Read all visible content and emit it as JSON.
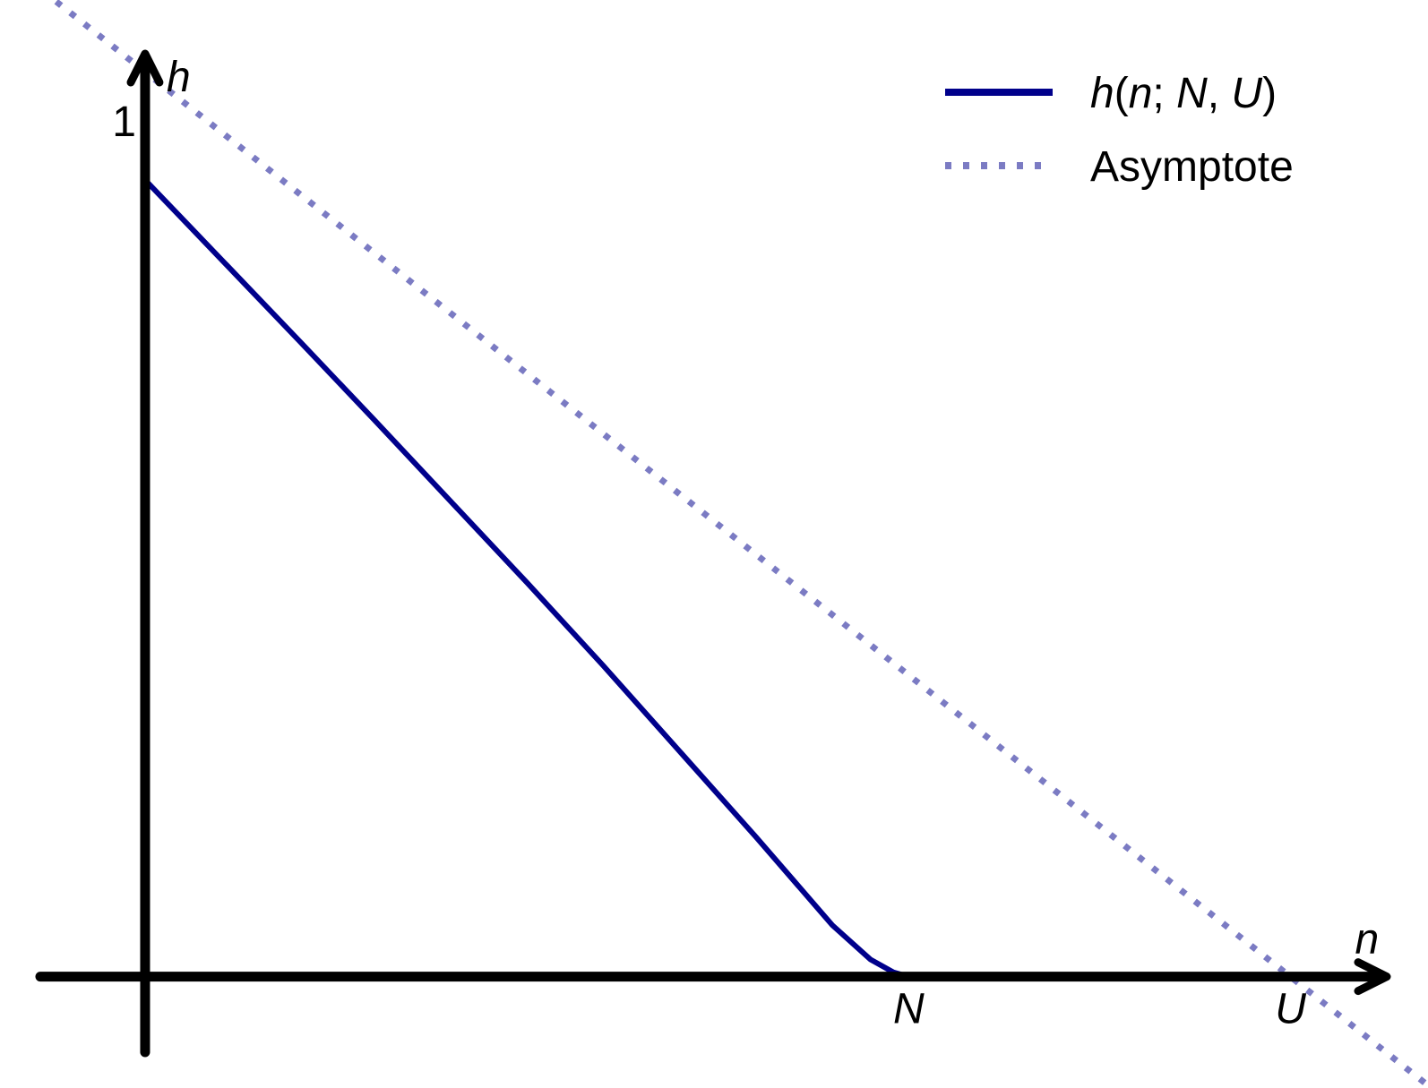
{
  "chart_data": {
    "type": "line",
    "xlabel": "n",
    "ylabel": "h",
    "x_ticks": [
      {
        "value": 1.0,
        "label": "N"
      },
      {
        "value": 1.5,
        "label": "U"
      }
    ],
    "y_ticks": [
      {
        "value": 1.0,
        "label": "1"
      }
    ],
    "xlim": [
      -0.19,
      1.68
    ],
    "ylim": [
      -0.13,
      1.14
    ],
    "legend_position": "top-right",
    "grid": false,
    "series": [
      {
        "name": "h(n; N, U)",
        "legend_parts": [
          {
            "text": "h",
            "italic": true
          },
          {
            "text": "(",
            "italic": false
          },
          {
            "text": "n",
            "italic": true
          },
          {
            "text": "; ",
            "italic": false
          },
          {
            "text": "N",
            "italic": true
          },
          {
            "text": ", ",
            "italic": false
          },
          {
            "text": "U",
            "italic": true
          },
          {
            "text": ")",
            "italic": false
          }
        ],
        "style": "solid",
        "color": "#00008b",
        "x": [
          0.0,
          0.1,
          0.2,
          0.3,
          0.4,
          0.5,
          0.6,
          0.7,
          0.8,
          0.9,
          0.95,
          0.98,
          1.0
        ],
        "y": [
          0.93,
          0.837,
          0.744,
          0.65,
          0.555,
          0.46,
          0.363,
          0.263,
          0.163,
          0.06,
          0.02,
          0.005,
          0.0
        ]
      },
      {
        "name": "Asymptote",
        "style": "dotted",
        "color": "#7b7bc3",
        "x": [
          -0.19,
          1.68
        ],
        "y": [
          1.19,
          -0.127
        ]
      }
    ]
  }
}
